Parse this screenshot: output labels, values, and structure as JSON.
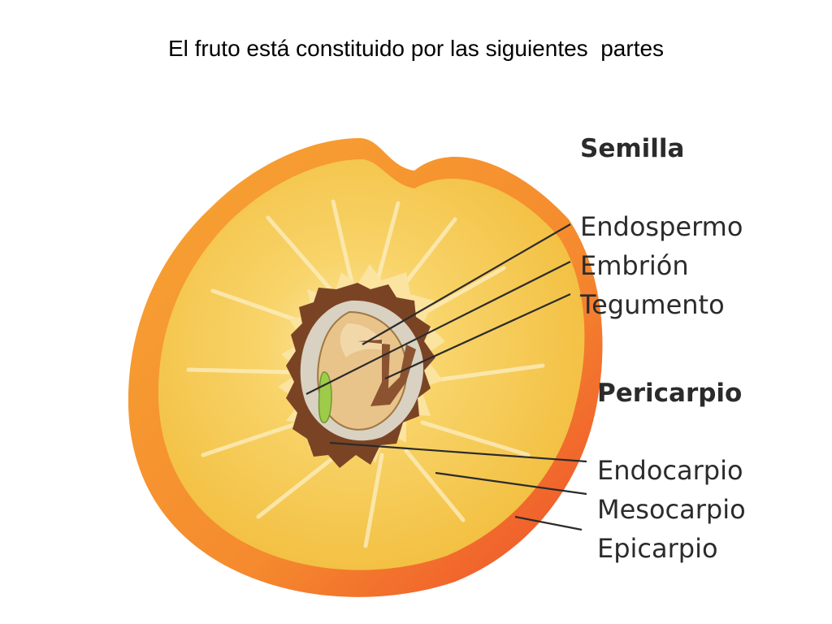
{
  "title": "El fruto está constituido por las siguientes  partes",
  "groups": {
    "seed": {
      "heading": "Semilla",
      "parts": [
        "Endospermo",
        "Embrión",
        "Tegumento"
      ]
    },
    "pericarp": {
      "heading": "Pericarpio",
      "parts": [
        "Endocarpio",
        "Mesocarpio",
        "Epicarpio"
      ]
    }
  },
  "colors": {
    "epicarp": "#F46A2E",
    "mesocarp": "#F5C94A",
    "endocarp": "#7A4424",
    "seed_coat": "#D9D1C1",
    "endosperm": "#E8C38A",
    "embryo": "#9FCB4A",
    "label_text": "#2B2B2B"
  }
}
